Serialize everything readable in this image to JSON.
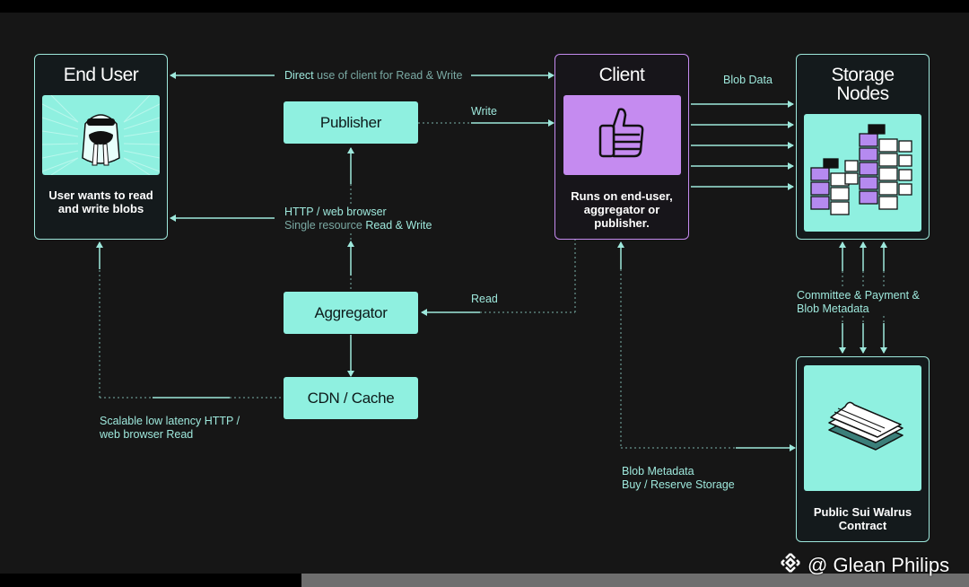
{
  "nodes": {
    "end_user": {
      "title": "End User",
      "description": "User wants to read and write blobs"
    },
    "client": {
      "title": "Client",
      "description": "Runs on end-user, aggregator or publisher."
    },
    "storage_nodes": {
      "title_line1": "Storage",
      "title_line2": "Nodes"
    },
    "contract": {
      "description": "Public Sui Walrus Contract"
    },
    "publisher": {
      "label": "Publisher"
    },
    "aggregator": {
      "label": "Aggregator"
    },
    "cdn": {
      "label": "CDN / Cache"
    }
  },
  "edge_labels": {
    "direct_strong": "Direct",
    "direct_rest": " use of client for Read & Write",
    "write": "Write",
    "blob_data": "Blob Data",
    "http_line1": "HTTP / web browser",
    "http_line2_dim": "Single resource ",
    "http_line2_strong": "Read & Write",
    "read": "Read",
    "committee_line1": "Committee & Payment &",
    "committee_line2": "Blob Metadata",
    "scalable_line1": "Scalable low latency HTTP /",
    "scalable_line2": "web browser Read",
    "blob_meta_line1": "Blob Metadata",
    "blob_meta_line2": "Buy / Reserve Storage"
  },
  "watermark": {
    "text": "@ Glean Philips"
  },
  "colors": {
    "accent": "#8ff0e0",
    "client_purple": "#c58bf0",
    "background": "#161616"
  }
}
